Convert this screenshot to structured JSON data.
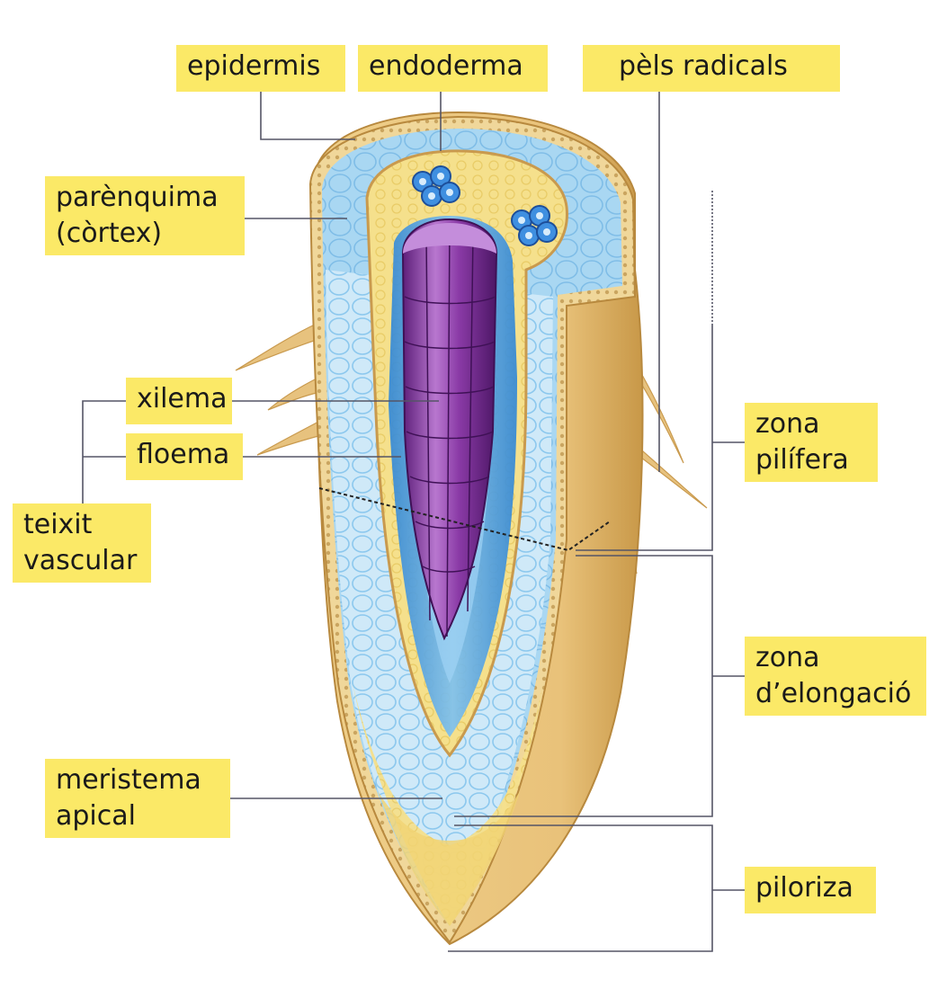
{
  "labels": {
    "epidermis": "epidermis",
    "endoderma": "endoderma",
    "pels_radicals": "pèls radicals",
    "parenquima_line1": "parènquima",
    "parenquima_line2": "(còrtex)",
    "xilema": "xilema",
    "floema": "floema",
    "teixit_line1": "teixit",
    "teixit_line2": "vascular",
    "zona_pilifera_line1": "zona",
    "zona_pilifera_line2": "pilífera",
    "zona_elongacio_line1": "zona",
    "zona_elongacio_line2": "d’elongació",
    "meristema_line1": "meristema",
    "meristema_line2": "apical",
    "piloriza": "piloriza"
  },
  "colors": {
    "label_bg": "#fbe967",
    "epidermis": "#e8c070",
    "cortex": "#a9d7f2",
    "endoderm": "#f4df7a",
    "phloem": "#5aa8e6",
    "xylem": "#8a3aa6",
    "hair": "#e7c27e",
    "leader": "#555566"
  }
}
